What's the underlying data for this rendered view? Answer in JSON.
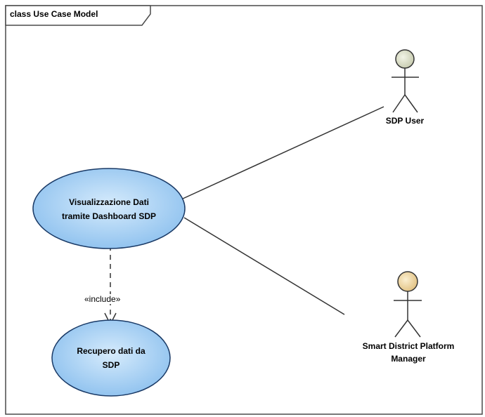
{
  "frame": {
    "title": "class Use Case Model"
  },
  "use_cases": {
    "dashboard": {
      "line1": "Visualizzazione Dati",
      "line2": "tramite Dashboard SDP"
    },
    "recupero": {
      "line1": "Recupero dati da",
      "line2": "SDP"
    }
  },
  "actors": {
    "sdp_user": {
      "name": "SDP User"
    },
    "manager": {
      "line1": "Smart District Platform",
      "line2": "Manager"
    }
  },
  "relations": {
    "include_label": "«include»"
  },
  "colors": {
    "usecase_fill": "#a9d0f2",
    "usecase_stroke": "#1a3a66",
    "actor_user_head": "#dde0c8",
    "actor_manager_head": "#f3dca8"
  }
}
